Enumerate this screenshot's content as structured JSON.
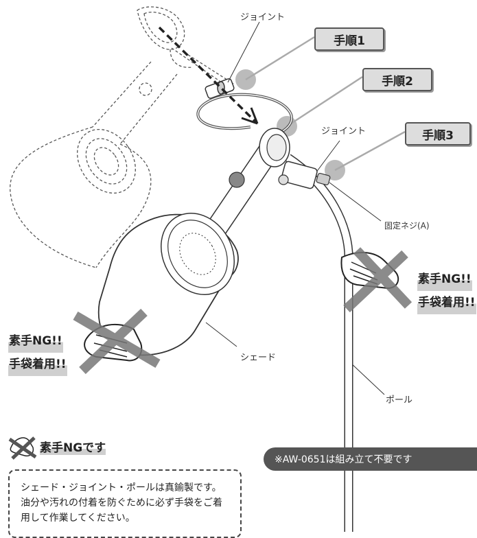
{
  "labels": {
    "joint_top": "ジョイント",
    "joint_right": "ジョイント",
    "screw": "固定ネジ(A)",
    "shade": "シェード",
    "pole": "ポール"
  },
  "steps": [
    "手順1",
    "手順2",
    "手順3"
  ],
  "warnings": {
    "right_line1": "素手NG!!",
    "right_line2": "手袋着用!!",
    "left_line1": "素手NG!!",
    "left_line2": "手袋着用!!"
  },
  "banner": "※AW-0651は組み立て不要です",
  "notice": {
    "title": "素手NGです",
    "body": "シェード・ジョイント・ポールは真鍮製です。油分や汚れの付着を防ぐために必ず手袋をご着用して作業してください。"
  },
  "colors": {
    "accent_gray": "#bbbbbb",
    "banner": "#555555"
  }
}
